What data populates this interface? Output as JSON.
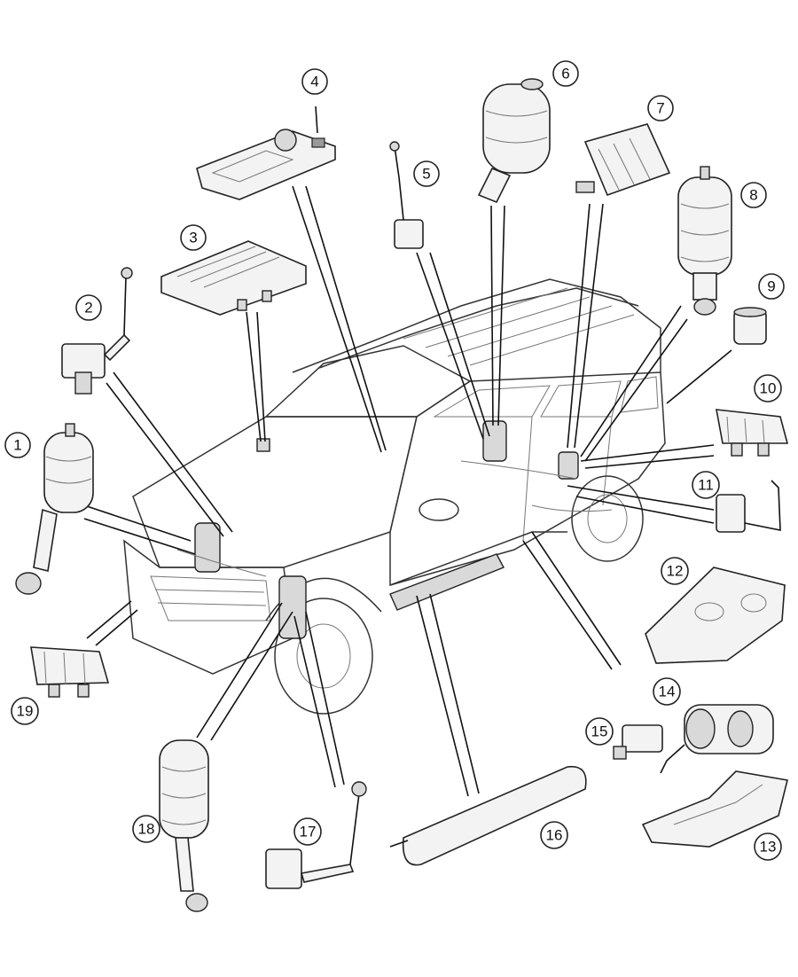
{
  "diagram": {
    "callouts": [
      {
        "id": "callout-1",
        "label": "1"
      },
      {
        "id": "callout-2",
        "label": "2"
      },
      {
        "id": "callout-3",
        "label": "3"
      },
      {
        "id": "callout-4",
        "label": "4"
      },
      {
        "id": "callout-5",
        "label": "5"
      },
      {
        "id": "callout-6",
        "label": "6"
      },
      {
        "id": "callout-7",
        "label": "7"
      },
      {
        "id": "callout-8",
        "label": "8"
      },
      {
        "id": "callout-9",
        "label": "9"
      },
      {
        "id": "callout-10",
        "label": "10"
      },
      {
        "id": "callout-11",
        "label": "11"
      },
      {
        "id": "callout-12",
        "label": "12"
      },
      {
        "id": "callout-13",
        "label": "13"
      },
      {
        "id": "callout-14",
        "label": "14"
      },
      {
        "id": "callout-15",
        "label": "15"
      },
      {
        "id": "callout-16",
        "label": "16"
      },
      {
        "id": "callout-17",
        "label": "17"
      },
      {
        "id": "callout-18",
        "label": "18"
      },
      {
        "id": "callout-19",
        "label": "19"
      }
    ]
  }
}
